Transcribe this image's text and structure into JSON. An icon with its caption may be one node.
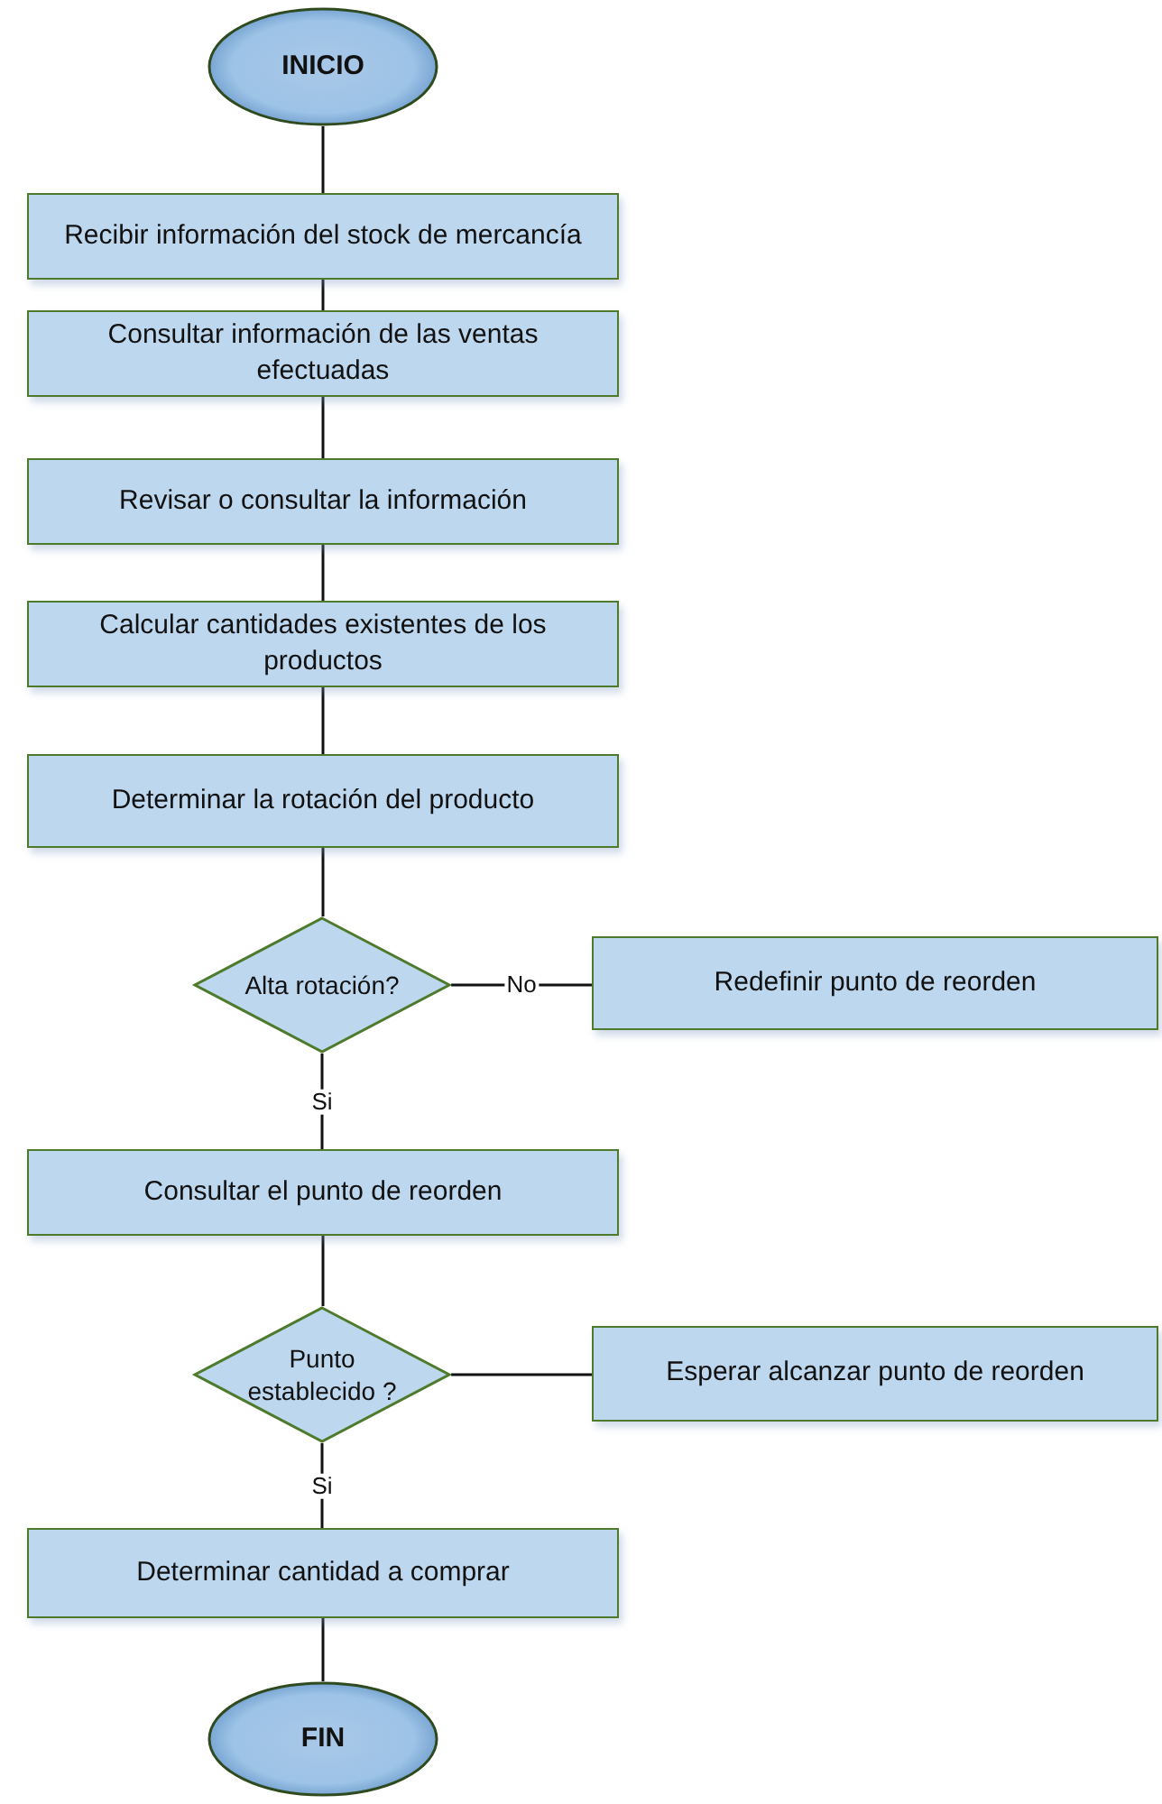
{
  "diagram": {
    "nodes": [
      {
        "text": [
          "INICIO"
        ]
      },
      {
        "text": [
          "Recibir información del stock de mercancía"
        ]
      },
      {
        "text": [
          "Consultar información de las ventas efectuadas"
        ]
      },
      {
        "text": [
          "Revisar o consultar la información"
        ]
      },
      {
        "text": [
          "Calcular cantidades existentes de los productos"
        ]
      },
      {
        "text": [
          "Determinar la rotación del producto"
        ]
      },
      {
        "text": [
          "Alta rotación?"
        ]
      },
      {
        "text": [
          "Redefinir punto de reorden"
        ]
      },
      {
        "text": [
          "Consultar el punto de reorden"
        ]
      },
      {
        "text": [
          "Punto establecido ?"
        ]
      },
      {
        "text": [
          "Esperar alcanzar punto de reorden"
        ]
      },
      {
        "text": [
          "Determinar cantidad a comprar"
        ]
      },
      {
        "text": [
          "FIN"
        ]
      }
    ],
    "edges": [
      {
        "from": 0,
        "to": 1,
        "arrow": "none"
      },
      {
        "from": 1,
        "to": 2,
        "arrow": "none"
      },
      {
        "from": 2,
        "to": 3,
        "arrow": "none"
      },
      {
        "from": 3,
        "to": 4,
        "arrow": "none"
      },
      {
        "from": 4,
        "to": 5,
        "arrow": "none"
      },
      {
        "from": 5,
        "to": 6,
        "arrow": "none"
      },
      {
        "from": 6,
        "to": 7,
        "arrow": "none",
        "label": "No"
      },
      {
        "from": 6,
        "to": 8,
        "arrow": "none",
        "label": "Si"
      },
      {
        "from": 8,
        "to": 9,
        "arrow": "none"
      },
      {
        "from": 9,
        "to": 10,
        "arrow": "none"
      },
      {
        "from": 9,
        "to": 11,
        "arrow": "none",
        "label": "Si"
      },
      {
        "from": 11,
        "to": 12,
        "arrow": "none"
      }
    ]
  }
}
